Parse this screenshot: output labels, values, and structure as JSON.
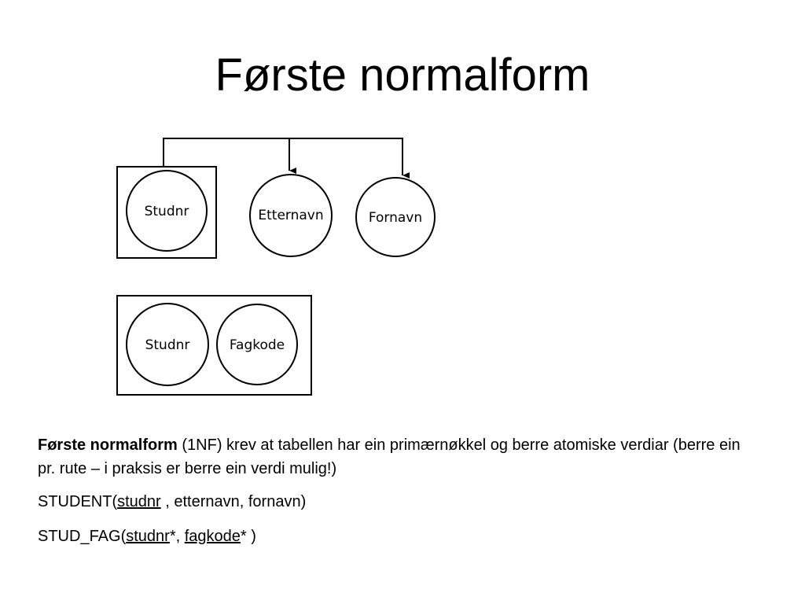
{
  "slide": {
    "title": "Første normalform"
  },
  "diagram": {
    "relation1": {
      "key_attribute": "Studnr",
      "attributes": [
        "Etternavn",
        "Fornavn"
      ]
    },
    "relation2": {
      "attributes": [
        "Studnr",
        "Fagkode"
      ]
    }
  },
  "body": {
    "definition": {
      "term": "Første normalform",
      "text": " (1NF) krev at tabellen har ein primærnøkkel og berre atomiske verdiar (berre ein pr. rute – i praksis er berre ein verdi mulig!)"
    },
    "student": {
      "prefix": "STUDENT(",
      "key": "studnr",
      "rest": " , etternavn,  fornavn)"
    },
    "stud_fag": {
      "prefix": "STUD_FAG(",
      "key1": "studnr",
      "sep": "*, ",
      "key2": "fagkode",
      "suffix": "* )"
    }
  }
}
